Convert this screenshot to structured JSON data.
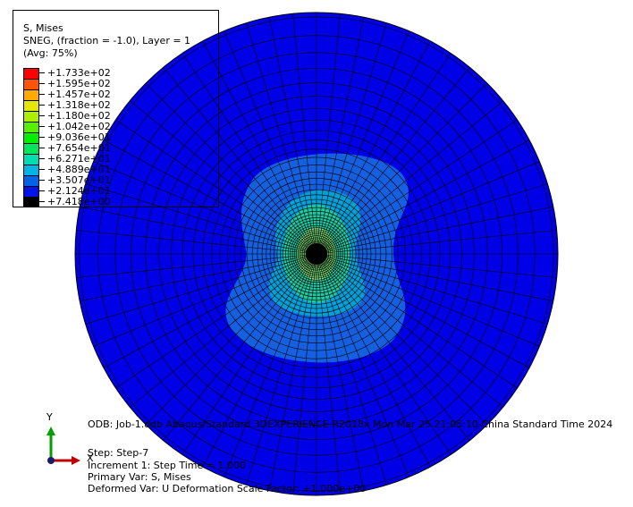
{
  "colors": {
    "background": "#ffffff",
    "outer_mesh": "#0000e6",
    "mid_band": "#1560e0",
    "inner_band": "#00a0d8",
    "core": "#1fc8a0",
    "center": "#000000",
    "axis_y": "#00a000",
    "axis_x": "#c00000"
  },
  "legend": {
    "title": "S, Mises",
    "section": "SNEG, (fraction = -1.0), Layer = 1",
    "averaging": "(Avg: 75%)",
    "entries": [
      {
        "label": "+1.733e+02",
        "color": "#ff0000"
      },
      {
        "label": "+1.595e+02",
        "color": "#ff5500"
      },
      {
        "label": "+1.457e+02",
        "color": "#ffaa00"
      },
      {
        "label": "+1.318e+02",
        "color": "#e6e600"
      },
      {
        "label": "+1.180e+02",
        "color": "#aaf000"
      },
      {
        "label": "+1.042e+02",
        "color": "#55f000"
      },
      {
        "label": "+9.036e+01",
        "color": "#00f000"
      },
      {
        "label": "+7.654e+01",
        "color": "#00e65a"
      },
      {
        "label": "+6.271e+01",
        "color": "#00dcb4"
      },
      {
        "label": "+4.889e+01",
        "color": "#00b4e6"
      },
      {
        "label": "+3.507e+01",
        "color": "#0064e6"
      },
      {
        "label": "+2.124e+01",
        "color": "#0014e6"
      },
      {
        "label": "+7.418e+00",
        "color": "#000000"
      }
    ]
  },
  "info": {
    "odb": "ODB: Job-1.odb    Abaqus/Standard 3DEXPERIENCE R2018x    Mon Mar 25 21:05:10 China Standard Time 2024",
    "step": "Step: Step-7",
    "increment": "Increment      1: Step Time =    1.000",
    "primary_var": "Primary Var: S, Mises",
    "deformed_var": "Deformed Var: U   Deformation Scale Factor: +1.000e+00"
  },
  "triad": {
    "y_label": "Y",
    "x_label": "X",
    "icon": "coordinate-triad-icon"
  }
}
